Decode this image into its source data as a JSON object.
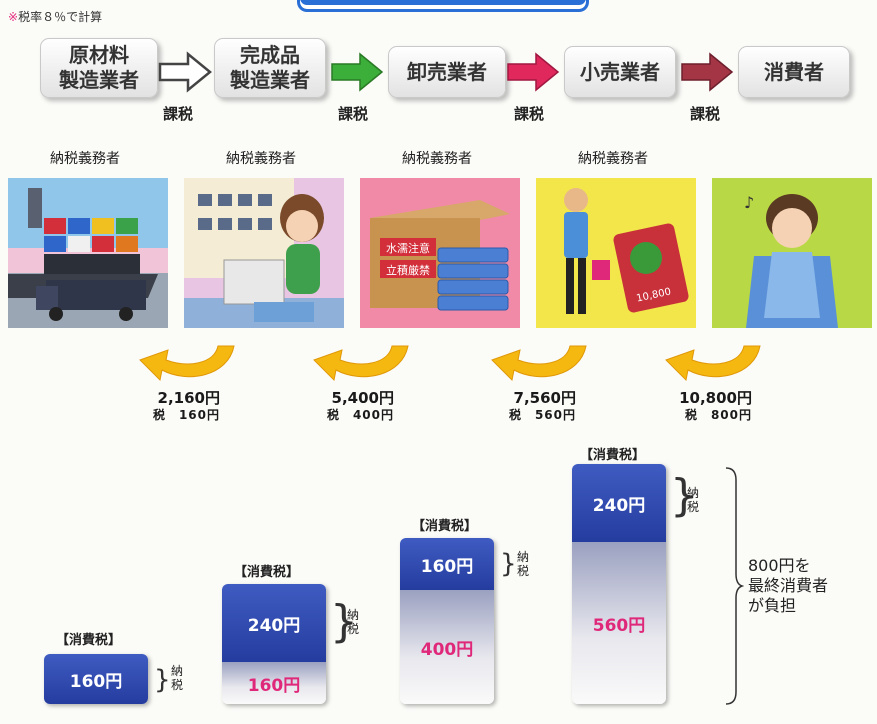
{
  "note": {
    "mark": "※",
    "text": "税率８％で計算"
  },
  "chain": [
    {
      "label": "原材料\n製造業者"
    },
    {
      "label": "完成品\n製造業者"
    },
    {
      "label": "卸売業者"
    },
    {
      "label": "小売業者"
    },
    {
      "label": "消費者"
    }
  ],
  "arrow_colors": [
    "#ffffff",
    "#3cae3a",
    "#e0285c",
    "#a33545"
  ],
  "tax_label": "課税",
  "duty_label": "納税義務者",
  "scenes": [
    {
      "icon": "cargo-ship-truck-icon",
      "bg": "#f2c4d8"
    },
    {
      "icon": "seamstress-icon",
      "bg": "#e8c5e3"
    },
    {
      "icon": "wholesale-box-shirts-icon",
      "bg": "#f08aa6",
      "sign1": "水濡注意",
      "sign2": "立積厳禁"
    },
    {
      "icon": "shopper-price-tag-icon",
      "bg": "#f2e64a",
      "tag": "10,800"
    },
    {
      "icon": "consumer-shirt-icon",
      "bg": "#b9d845"
    }
  ],
  "payments": [
    {
      "amount": "2,160円",
      "tax": "税　160円"
    },
    {
      "amount": "5,400円",
      "tax": "税　400円"
    },
    {
      "amount": "7,560円",
      "tax": "税　560円"
    },
    {
      "amount": "10,800円",
      "tax": "税　800円"
    }
  ],
  "bars": [
    {
      "label": "【消費税】",
      "top": "160円",
      "bottom": "",
      "note": "納税"
    },
    {
      "label": "【消費税】",
      "top": "240円",
      "bottom": "160円",
      "note": "納税"
    },
    {
      "label": "【消費税】",
      "top": "160円",
      "bottom": "400円",
      "note": "納税"
    },
    {
      "label": "【消費税】",
      "top": "240円",
      "bottom": "560円",
      "note": "納税"
    }
  ],
  "final_note": "800円を\n最終消費者\nが負担"
}
